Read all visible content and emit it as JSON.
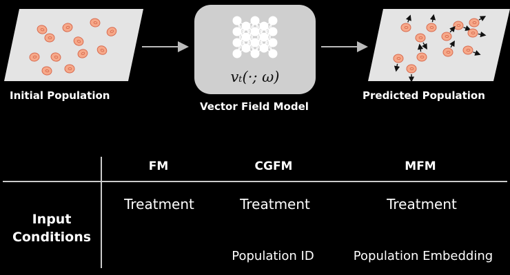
{
  "pipeline": {
    "initial_label": "Initial Population",
    "model_label": "Vector Field Model",
    "model_formula": "vₜ(·; ω)",
    "predicted_label": "Predicted Population"
  },
  "table": {
    "columns": [
      "FM",
      "CGFM",
      "MFM"
    ],
    "row_header_line1": "Input",
    "row_header_line2": "Conditions",
    "row1": [
      "Treatment",
      "Treatment",
      "Treatment"
    ],
    "row2": [
      "",
      "Population ID",
      "Population Embedding"
    ]
  },
  "colors": {
    "background": "#000000",
    "panel": "#e4e4e4",
    "cell_fill": "#f6a98a",
    "cell_stroke": "#d86a4e",
    "model_box": "#cfcfcf",
    "text": "#ffffff"
  },
  "icons": [
    "arrow-right-icon",
    "neural-network-icon",
    "velocity-arrow-icon"
  ]
}
